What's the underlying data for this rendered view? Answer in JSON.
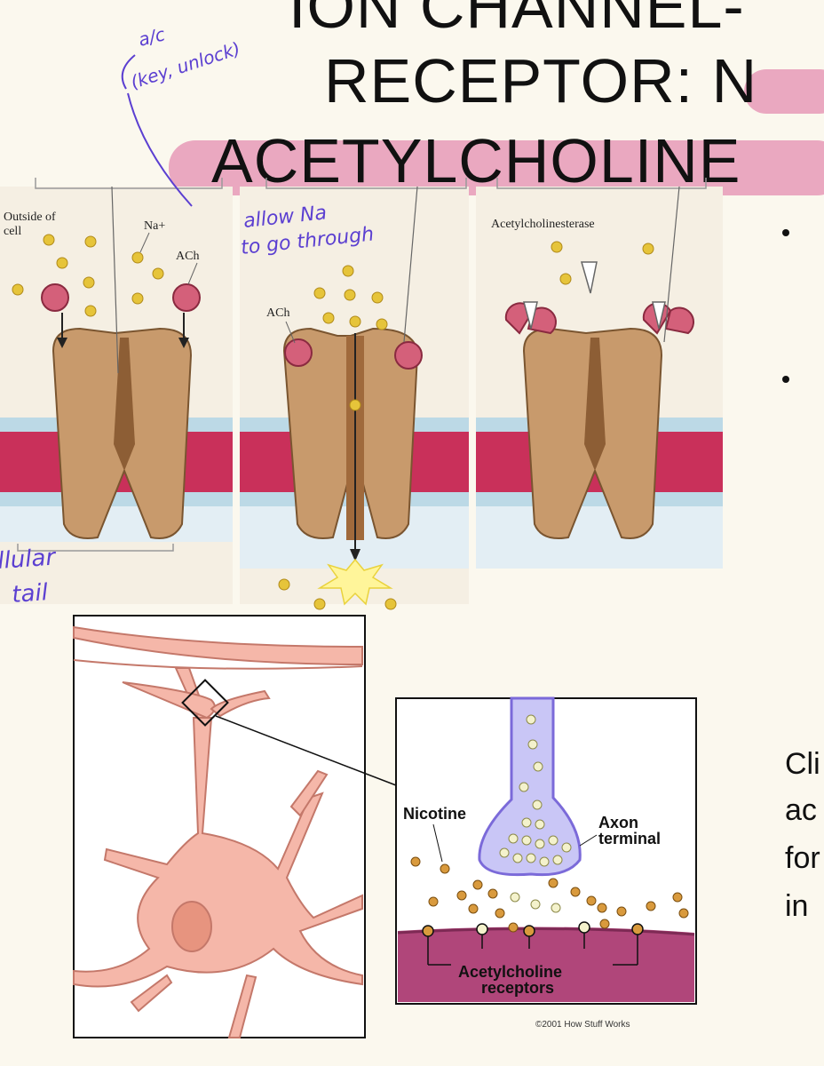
{
  "title": {
    "line1": "ION CHANNEL-",
    "line2": "RECEPTOR: N",
    "line3": "ACETYLCHOLINE"
  },
  "figure_top": {
    "labels": {
      "outside_cell": [
        "Outside of",
        "cell"
      ],
      "na": "Na+",
      "ach1": "ACh",
      "ach2": "ACh",
      "enzyme": "Acetylcholinesterase"
    }
  },
  "handwriting": {
    "note1": [
      "a/c",
      "(key, unlock)"
    ],
    "note2": [
      "allow Na",
      "to go through"
    ],
    "note3": [
      "llular",
      "tail"
    ]
  },
  "figure_bottom": {
    "labels": {
      "nicotine": "Nicotine",
      "axon": [
        "Axon",
        "terminal"
      ],
      "receptors": [
        "Acetylcholine",
        "receptors"
      ],
      "copyright": "©2001 How Stuff Works"
    }
  },
  "side_text": {
    "lines": [
      "Cli",
      "ac",
      "for",
      "in"
    ]
  },
  "colors": {
    "highlight": "#e9a3bd",
    "handwriting": "#5b3fd1",
    "channel": "#c89a6c",
    "membrane": "#c9305a",
    "sodium": "#e6c43a",
    "ach": "#d4607a"
  }
}
